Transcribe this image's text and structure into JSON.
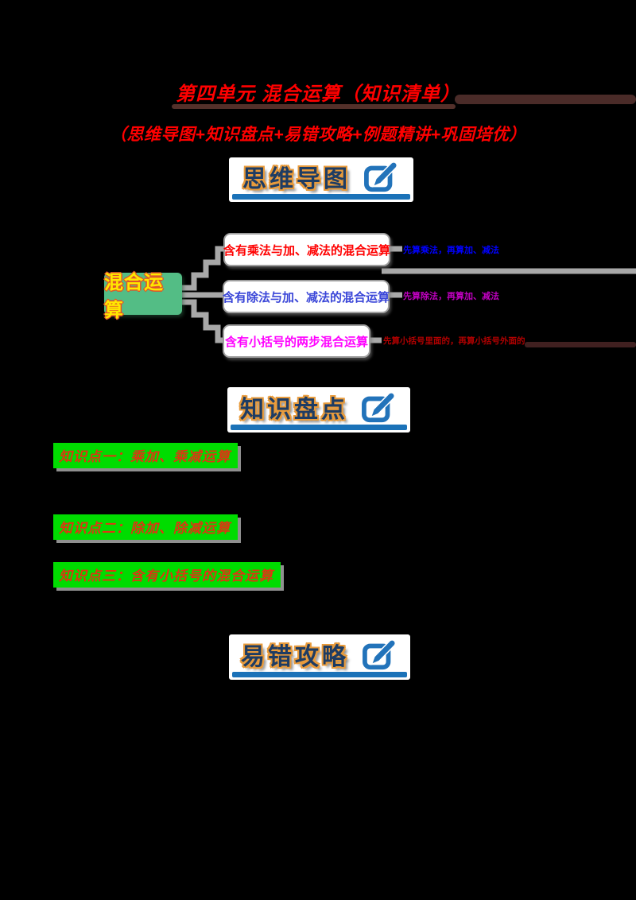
{
  "header": {
    "title": "第四单元 混合运算（知识清单）",
    "subtitle": "（思维导图+知识盘点+易错攻略+例题精讲+巩固培优）",
    "title_color": "#ff0000"
  },
  "sections": [
    {
      "label": "思维导图",
      "icon": "edit-pencil-icon"
    },
    {
      "label": "知识盘点",
      "icon": "edit-pencil-icon"
    },
    {
      "label": "易错攻略",
      "icon": "edit-pencil-icon"
    }
  ],
  "banner_style": {
    "text_color": "#1e3c63",
    "outline_color": "#e89b3c",
    "underline_color": "#1b72b8",
    "icon_color": "#2273ba",
    "background": "#ffffff"
  },
  "mindmap": {
    "root": {
      "label": "混合运算",
      "bg_color": "#53bd85",
      "text_color": "#ffe800"
    },
    "branches": [
      {
        "label": "含有乘法与加、减法的混合运算",
        "label_color": "#ff0000",
        "note": "先算乘法，再算加、减法",
        "note_color": "#0000ff"
      },
      {
        "label": "含有除法与加、减法的混合运算",
        "label_color": "#3a46d8",
        "note": "先算除法，再算加、减法",
        "note_color": "#c000c0"
      },
      {
        "label": "含有小括号的两步混合运算",
        "label_color": "#ff00ff",
        "note": "先算小括号里面的，再算小括号外面的",
        "note_color": "#b00000"
      }
    ],
    "connector_color": "#a8a8a8"
  },
  "knowledge_points": [
    {
      "label": "知识点一：乘加、乘减运算"
    },
    {
      "label": "知识点二：除加、除减运算"
    },
    {
      "label": "知识点三：含有小括号的混合运算"
    }
  ],
  "knowledge_style": {
    "bg_color": "#00dc00",
    "text_color": "#de3512"
  },
  "page": {
    "background": "#000000"
  }
}
